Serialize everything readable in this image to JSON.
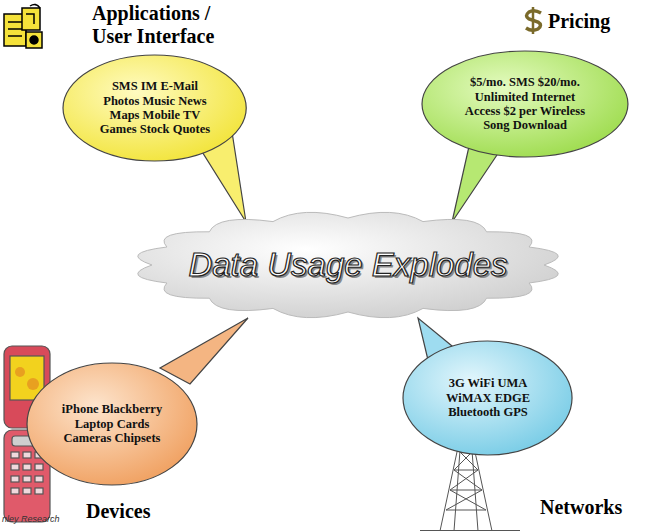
{
  "diagram": {
    "nodes": [
      {
        "text": [
          "Data Usage Explodes"
        ]
      },
      {
        "text": [
          "Applications / User Interface",
          "SMS IM E-Mail Photos Music News Maps Mobile TV Games Stock Quotes"
        ]
      },
      {
        "text": [
          "Pricing",
          "$5/mo. SMS $20/mo. Unlimited Internet Access $2 per Wireless Song Download"
        ]
      },
      {
        "text": [
          "Devices",
          "iPhone Blackberry Laptop Cards Cameras Chipsets"
        ]
      },
      {
        "text": [
          "Networks",
          "3G WiFi UMA WiMAX EDGE Bluetooth GPS"
        ]
      }
    ],
    "labels": [
      "nley Research"
    ]
  }
}
